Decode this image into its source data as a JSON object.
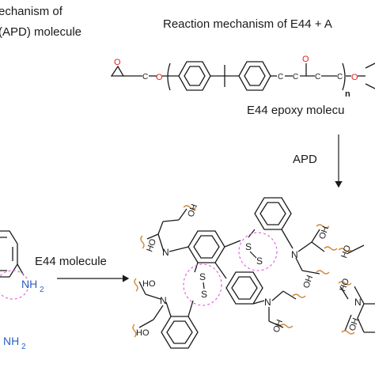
{
  "labels": {
    "left_title_line1": "echanism of",
    "left_title_line2": "(APD) molecule",
    "right_title": "Reaction mechanism of E44 + A",
    "e44_caption": "E44 epoxy molecu",
    "apd_arrow_label": "APD",
    "e44_arrow_label": "E44 molecule"
  },
  "atoms": {
    "O": "O",
    "C": "C",
    "N": "N",
    "S": "S",
    "HO": "HO",
    "OH": "OH",
    "NH2": "NH",
    "sub2": "2",
    "n": "n"
  },
  "colors": {
    "bond": "#1a1a1a",
    "oxygen": "#e0231f",
    "nitrogen": "#2b5fc4",
    "wavy": "#d08a3a",
    "dashed_circle": "#e05ad8"
  }
}
